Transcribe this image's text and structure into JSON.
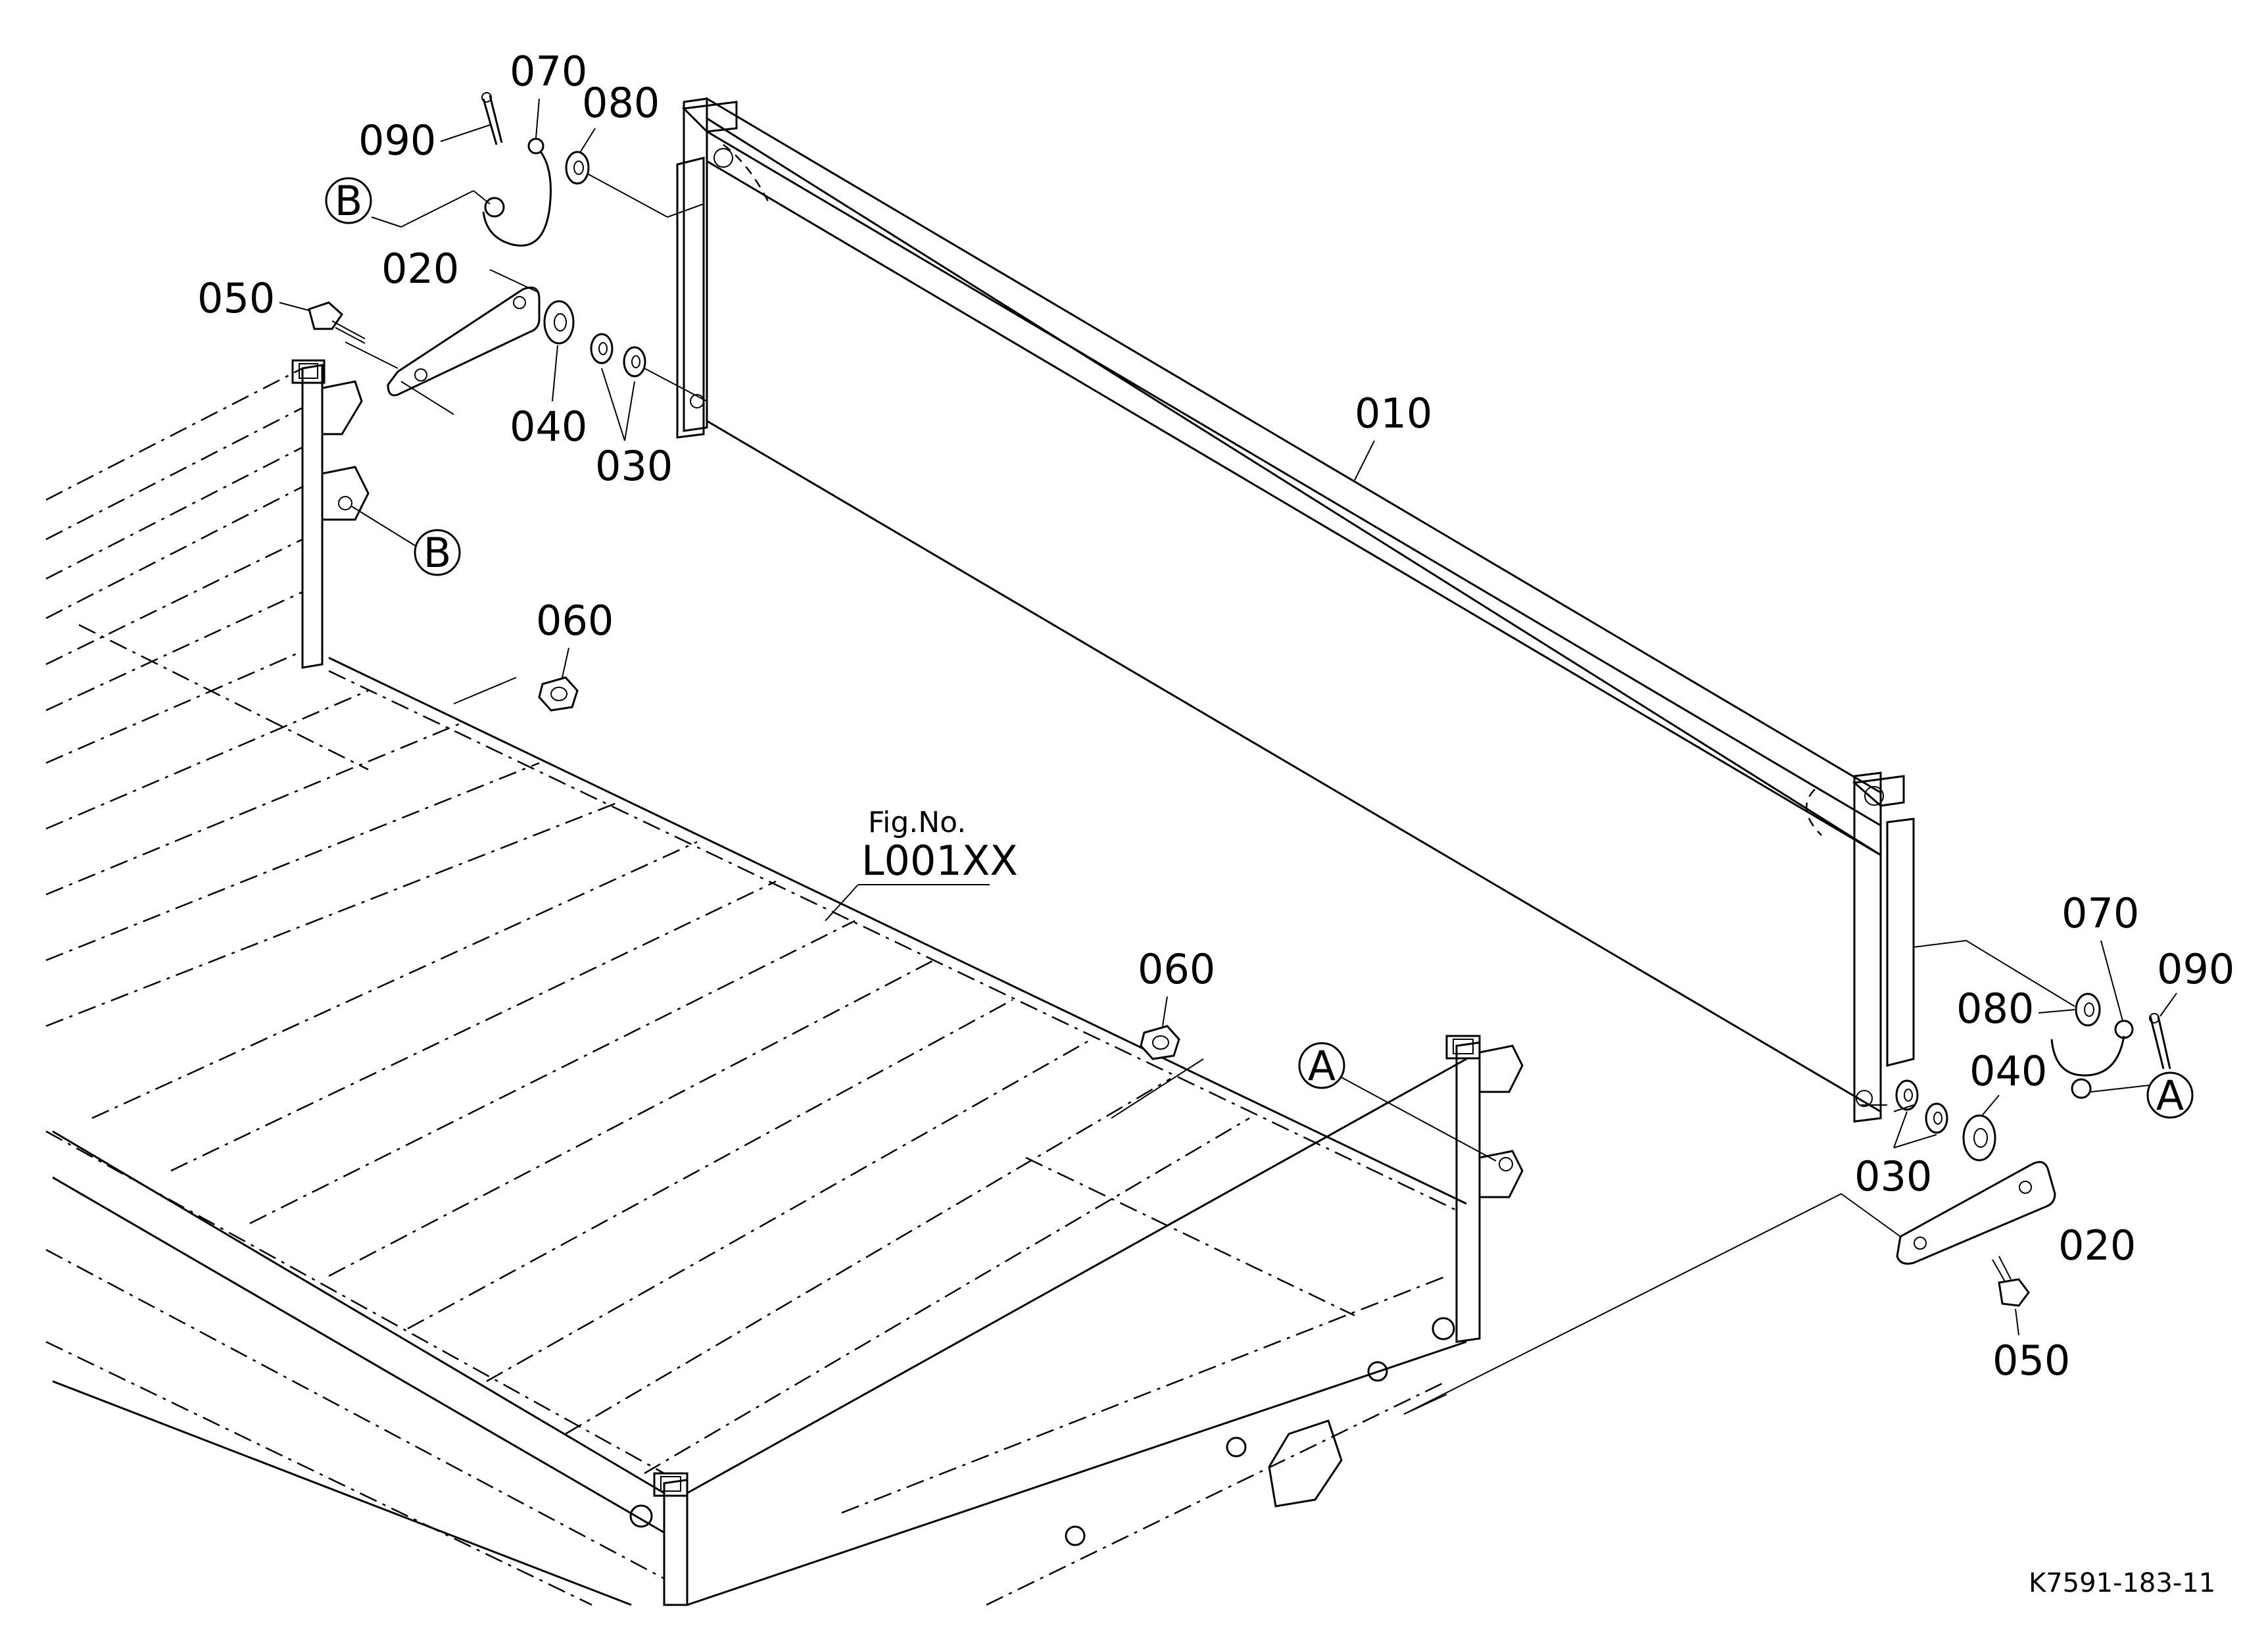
{
  "diagram": {
    "callouts": {
      "c010": "010",
      "c020_left": "020",
      "c020_right": "020",
      "c030_left": "030",
      "c030_right": "030",
      "c040_left": "040",
      "c040_right": "040",
      "c050_left": "050",
      "c050_right": "050",
      "c060_top": "060",
      "c060_mid": "060",
      "c070_left": "070",
      "c070_right": "070",
      "c080_left": "080",
      "c080_right": "080",
      "c090_left": "090",
      "c090_right": "090"
    },
    "markers": {
      "a1": "A",
      "a2": "A",
      "b1": "B",
      "b2": "B"
    },
    "figure_ref": {
      "line1": "Fig.No.",
      "line2": "L001XX"
    },
    "drawing_number": "K7591-183-11"
  }
}
